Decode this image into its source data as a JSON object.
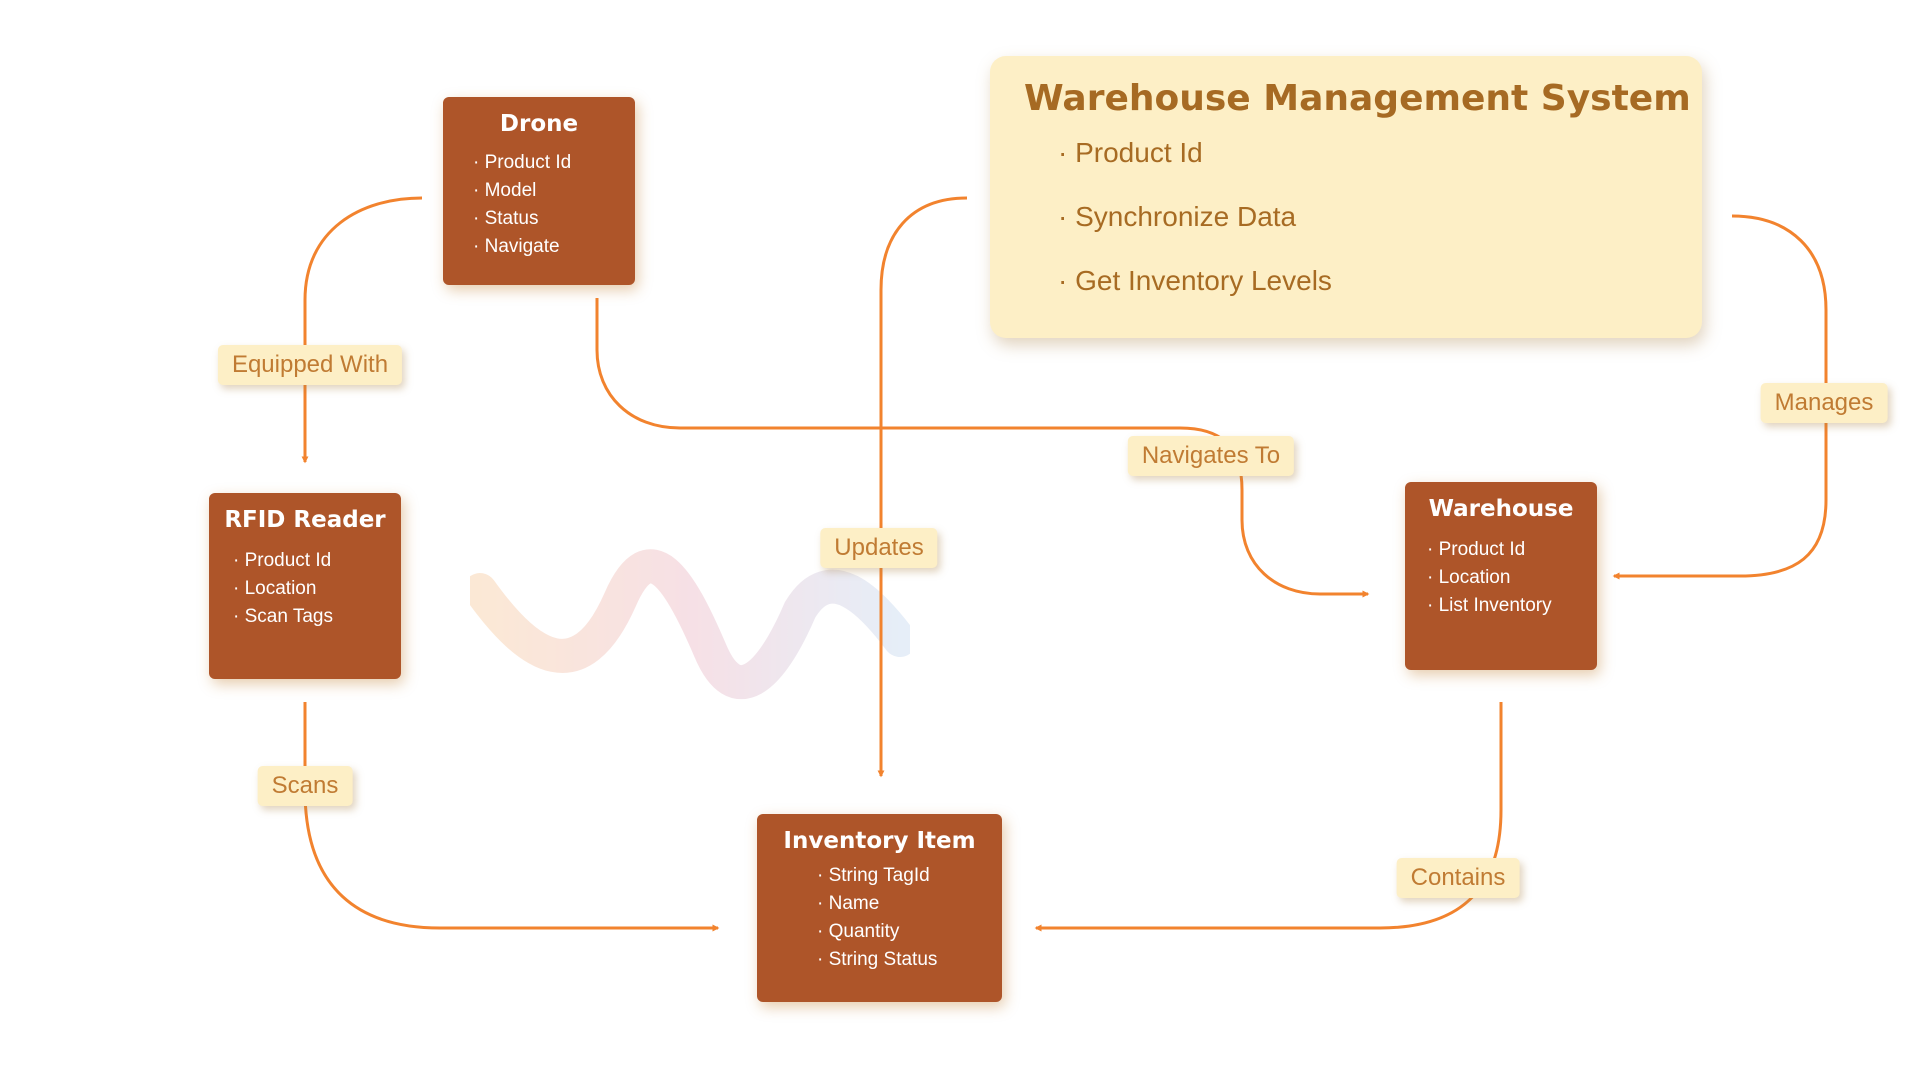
{
  "diagram": {
    "wms": {
      "title": "Warehouse Management System",
      "items": [
        "Product Id",
        "Synchronize Data",
        "Get Inventory Levels"
      ]
    },
    "drone": {
      "title": "Drone",
      "items": [
        "Product Id",
        "Model",
        "Status",
        "Navigate"
      ]
    },
    "rfid_reader": {
      "title": "RFID Reader",
      "items": [
        "Product Id",
        "Location",
        "Scan Tags"
      ]
    },
    "warehouse": {
      "title": "Warehouse",
      "items": [
        "Product Id",
        "Location",
        "List Inventory"
      ]
    },
    "inventory_item": {
      "title": "Inventory Item",
      "items": [
        "String TagId",
        "Name",
        "Quantity",
        "String Status"
      ]
    },
    "relations": {
      "equipped_with": "Equipped With",
      "navigates_to": "Navigates To",
      "updates": "Updates",
      "manages": "Manages",
      "scans": "Scans",
      "contains": "Contains"
    },
    "colors": {
      "entity_fill": "#ae5529",
      "wms_fill": "#fdefc6",
      "connector": "#f2832e",
      "label_text": "#c07b33",
      "wms_text": "#a66a23"
    }
  }
}
